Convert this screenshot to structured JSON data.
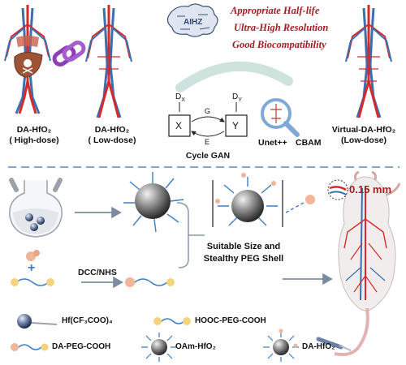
{
  "top_panel": {
    "logo_text": "AIHZ",
    "highlights": [
      "Appropriate Half-life",
      "Ultra-High Resolution",
      "Good Biocompatibility"
    ],
    "anatomy_labels": {
      "high_dose": [
        "DA-HfO₂",
        "( High-dose)"
      ],
      "low_dose": [
        "DA-HfO₂",
        "( Low-dose)"
      ],
      "virtual": [
        "Virtual-DA-HfO₂",
        "(Low-dose)"
      ]
    },
    "cycle_gan": {
      "dx": "D",
      "dx_sub": "X",
      "dy": "D",
      "dy_sub": "Y",
      "x": "X",
      "y": "Y",
      "g": "G",
      "e": "E",
      "label": "Cycle GAN"
    },
    "models": [
      "Unet++",
      "CBAM"
    ]
  },
  "bottom_panel": {
    "reaction": "DCC/NHS",
    "plus": "+",
    "property": [
      "Suitable Size and",
      "Stealthy PEG Shell"
    ],
    "resolution": "0.15 mm"
  },
  "legend": [
    {
      "key": "hf",
      "label": "Hf(CF₃COO)₄"
    },
    {
      "key": "peg",
      "label": "HOOC-PEG-COOH"
    },
    {
      "key": "dapeg",
      "label": "DA-PEG-COOH"
    },
    {
      "key": "oam",
      "label": "OAm-HfO₂"
    },
    {
      "key": "dahfo2",
      "label": "DA-HfO₂"
    }
  ],
  "colors": {
    "artery": "#d62a2a",
    "vein": "#3a6fb0",
    "accent_red": "#a31f24",
    "teal": "#cfe3de",
    "link": "#8e3fb3",
    "dash": "#8aa4c4"
  }
}
